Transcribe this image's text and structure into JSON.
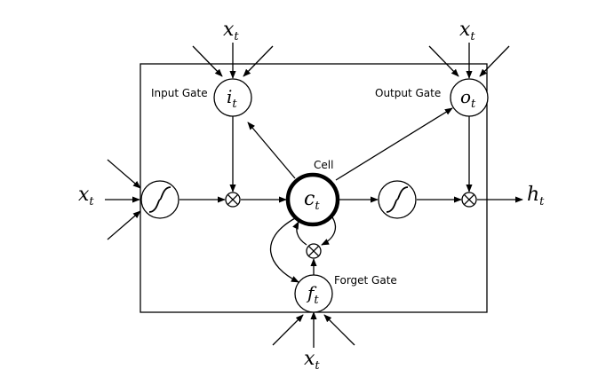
{
  "labels": {
    "input_gate": "Input Gate",
    "output_gate": "Output Gate",
    "forget_gate": "Forget Gate",
    "cell": "Cell"
  },
  "symbols": {
    "x": "x",
    "t": "t",
    "i": "i",
    "o": "o",
    "f": "f",
    "c": "c",
    "h": "h",
    "multiply": "⊗"
  },
  "colors": {
    "stroke": "#000000",
    "background": "#ffffff"
  }
}
